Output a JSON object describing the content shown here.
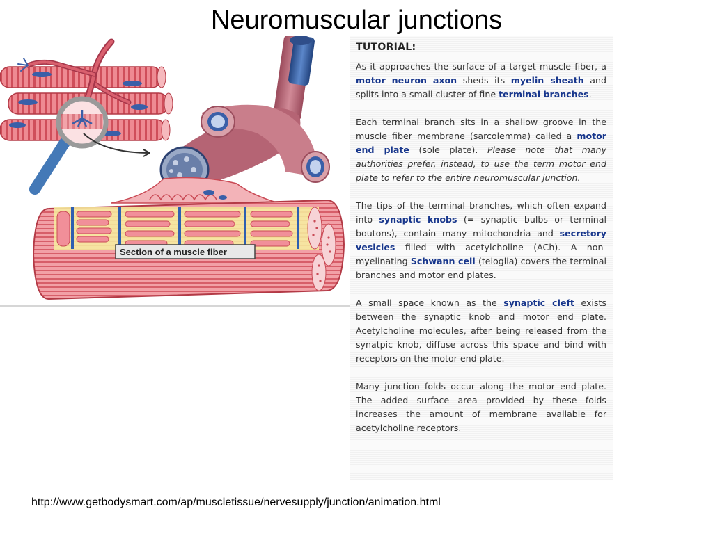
{
  "title": "Neuromuscular junctions",
  "illustration": {
    "label": "Section of a muscle fiber",
    "icons": [
      "magnifying-glass-icon",
      "arrow-icon"
    ]
  },
  "tutorial": {
    "heading": "TUTORIAL:",
    "paragraphs": [
      [
        {
          "t": "As it approaches the surface of a target muscle fiber, a "
        },
        {
          "t": "motor neuron axon",
          "s": "hl"
        },
        {
          "t": " sheds its "
        },
        {
          "t": "myelin sheath",
          "s": "hl"
        },
        {
          "t": " and splits into a small cluster of fine "
        },
        {
          "t": "terminal branches",
          "s": "hl"
        },
        {
          "t": "."
        }
      ],
      [
        {
          "t": "Each terminal branch sits in a shallow groove in the muscle fiber membrane (sarcolemma) called a "
        },
        {
          "t": "motor end plate",
          "s": "hl"
        },
        {
          "t": " (sole plate). "
        },
        {
          "t": "Please note that many authorities prefer, instead, to use the term motor end plate to refer to the entire neuromuscular junction.",
          "s": "it"
        }
      ],
      [
        {
          "t": "The tips of the terminal branches, which often expand into "
        },
        {
          "t": "synaptic knobs",
          "s": "hl"
        },
        {
          "t": " (= synaptic bulbs or terminal boutons), contain many mitochondria and "
        },
        {
          "t": "secretory vesicles",
          "s": "hl"
        },
        {
          "t": " filled with acetylcholine (ACh). A non-myelinating "
        },
        {
          "t": "Schwann cell",
          "s": "hl"
        },
        {
          "t": " (teloglia) covers the terminal branches and motor end plates."
        }
      ],
      [
        {
          "t": "A small space known as the "
        },
        {
          "t": "synaptic cleft",
          "s": "hl"
        },
        {
          "t": " exists between the synaptic knob and motor end plate. Acetylcholine molecules, after being released from the synatpic knob, diffuse across this space and bind with receptors on the motor end plate."
        }
      ],
      [
        {
          "t": "Many junction folds occur along the motor end plate. The added surface area provided by these folds increases the amount of membrane available for acetylcholine receptors."
        }
      ]
    ]
  },
  "source_url": "http://www.getbodysmart.com/ap/muscletissue/nervesupply/junction/animation.html",
  "colors": {
    "muscle": "#e8707a",
    "muscle_dark": "#c94a55",
    "nerve": "#b86a78",
    "myelin_blue": "#3a5fa8",
    "highlight_text": "#17368c",
    "fiber_yellow": "#f7f0a0"
  }
}
